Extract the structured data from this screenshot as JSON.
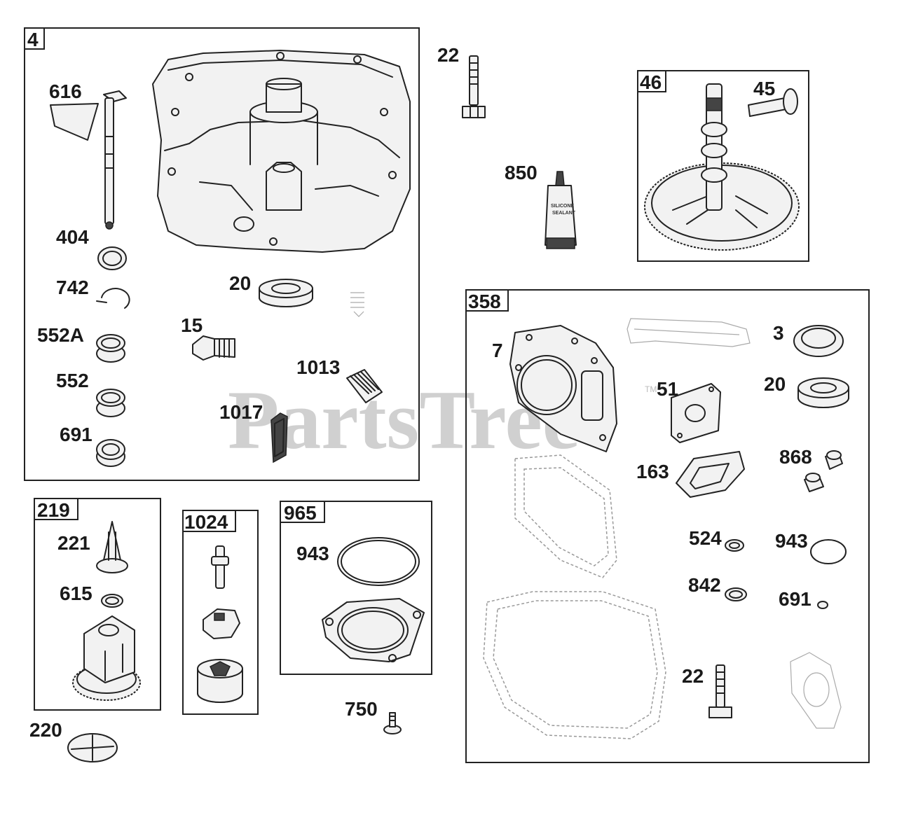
{
  "watermark": {
    "text": "PartsTree",
    "tm": "TM"
  },
  "tube_text": {
    "line1": "SILICONE",
    "line2": "SEALANT"
  },
  "groups": [
    {
      "id": "g4",
      "label": "4"
    },
    {
      "id": "g46",
      "label": "46"
    },
    {
      "id": "g358",
      "label": "358"
    },
    {
      "id": "g219",
      "label": "219"
    },
    {
      "id": "g1024",
      "label": "1024"
    },
    {
      "id": "g965",
      "label": "965"
    }
  ],
  "callouts": {
    "c616": "616",
    "c404": "404",
    "c742": "742",
    "c552a": "552A",
    "c552": "552",
    "c691a": "691",
    "c20a": "20",
    "c15": "15",
    "c1013": "1013",
    "c1017": "1017",
    "c22a": "22",
    "c850": "850",
    "c45": "45",
    "c7": "7",
    "c3": "3",
    "c51": "51",
    "c20b": "20",
    "c163": "163",
    "c868": "868",
    "c524": "524",
    "c943b": "943",
    "c842": "842",
    "c691b": "691",
    "c22b": "22",
    "c221": "221",
    "c615": "615",
    "c220": "220",
    "c943a": "943",
    "c750": "750"
  }
}
